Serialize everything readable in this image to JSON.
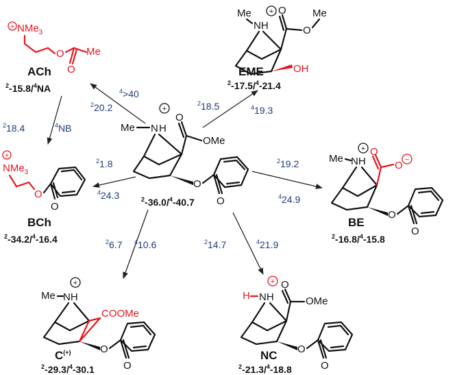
{
  "colors": {
    "modified": "#e8141e",
    "barrier_text": "#1e3a78",
    "structure": "#111111"
  },
  "center": {
    "energy": {
      "a": "36.0",
      "b": "40.7"
    },
    "me_n": "Me",
    "n": "N",
    "h": "H",
    "ome": "OMe",
    "o": "O"
  },
  "ach": {
    "name": "ACh",
    "nme3": "NMe",
    "nme3_sub": "3",
    "o": "O",
    "me": "Me",
    "energy": {
      "a": "15.8",
      "b": "NA"
    }
  },
  "bch": {
    "name": "BCh",
    "nme3": "NMe",
    "nme3_sub": "3",
    "o": "O",
    "energy": {
      "a": "34.2",
      "b": "16.4"
    }
  },
  "eme": {
    "name": "EME",
    "n": "N",
    "h": "H",
    "o": "O",
    "me": "Me",
    "oh": "OH",
    "energy": {
      "a": "17.5",
      "b": "21.4"
    }
  },
  "be": {
    "name": "BE",
    "me_n": "Me",
    "nh": "NH",
    "o": "O",
    "energy": {
      "a": "16.8",
      "b": "15.8"
    }
  },
  "c": {
    "name": "C",
    "charge": "(+)",
    "me_n": "Me",
    "nh": "NH",
    "coome": "COOMe",
    "o": "O",
    "energy": {
      "a": "29.3",
      "b": "30.1"
    }
  },
  "nc": {
    "name": "NC",
    "h": "H",
    "nh": "NH",
    "o": "O",
    "ome": "OMe",
    "energy": {
      "a": "21.3",
      "b": "18.8"
    }
  },
  "barriers": {
    "to_ach": {
      "b": "4",
      "b_val": ">40",
      "a": "2",
      "a_val": "20.2"
    },
    "ach_to_bch": {
      "a": "2",
      "a_val": "18.4",
      "b": "4",
      "b_val": "NB"
    },
    "to_bch": {
      "a": "2",
      "a_val": "1.8",
      "b": "4",
      "b_val": "24.3"
    },
    "to_eme": {
      "a": "2",
      "a_val": "18.5",
      "b": "4",
      "b_val": "19.3"
    },
    "to_be": {
      "a": "2",
      "a_val": "19.2",
      "b": "4",
      "b_val": "24.9"
    },
    "to_c": {
      "a": "2",
      "a_val": "6.7",
      "b": "4",
      "b_val": "10.6"
    },
    "to_nc": {
      "a": "2",
      "a_val": "14.7",
      "b": "4",
      "b_val": "21.9"
    }
  },
  "sup_labels": {
    "a": "2",
    "b": "4"
  },
  "minus": "-",
  "slash": "/",
  "charge_plus": "+",
  "charge_minus": "−"
}
